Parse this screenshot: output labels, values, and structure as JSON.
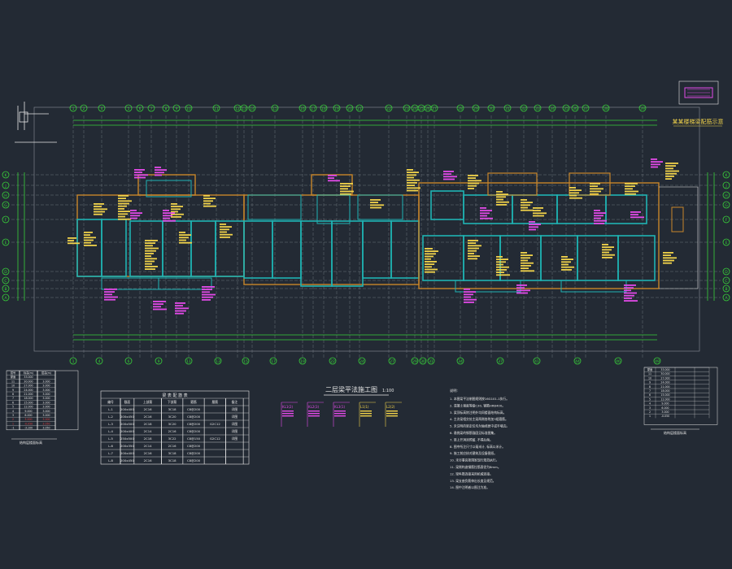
{
  "drawing": {
    "title": "二层梁平法施工图",
    "title_scale": "1:100",
    "detail_title": "某某楼梯梁配筋示意",
    "colors": {
      "background": "#232a34",
      "axis_green": "#38d13a",
      "wall_cyan": "#1fb3b3",
      "beam_brown": "#c8862a",
      "label_yellow": "#f0d24a",
      "label_magenta": "#e24ae8",
      "outline_white": "#e6e6e6",
      "grid_gray": "#8a8f98"
    }
  },
  "axes_top": [
    "1",
    "2",
    "4",
    "5",
    "6",
    "7",
    "8",
    "9",
    "10",
    "11",
    "12",
    "13",
    "14",
    "15",
    "16",
    "17",
    "18",
    "19",
    "20",
    "21",
    "22",
    "23",
    "24",
    "25",
    "26",
    "27",
    "28",
    "29",
    "30",
    "31",
    "32",
    "33",
    "34",
    "35",
    "36",
    "37",
    "38",
    "39"
  ],
  "axes_bottom": [
    "1",
    "4",
    "6",
    "9",
    "11",
    "13",
    "15",
    "17",
    "19",
    "22",
    "24",
    "27",
    "29",
    "30",
    "31",
    "34",
    "37",
    "41",
    "44",
    "46",
    "49"
  ],
  "axes_side": [
    "K",
    "J",
    "H",
    "G",
    "F",
    "E",
    "D",
    "C",
    "B",
    "A"
  ],
  "table_left": {
    "title": "层高表",
    "header": [
      "层号",
      "标高(m)",
      "层高(m)"
    ],
    "rows": [
      [
        "屋面",
        "33.000",
        ""
      ],
      [
        "11",
        "30.000",
        "3.000"
      ],
      [
        "10",
        "27.000",
        "3.000"
      ],
      [
        "9",
        "24.000",
        "3.000"
      ],
      [
        "8",
        "21.000",
        "3.000"
      ],
      [
        "7",
        "18.000",
        "3.000"
      ],
      [
        "6",
        "15.000",
        "3.000"
      ],
      [
        "5",
        "12.000",
        "3.000"
      ],
      [
        "4",
        "9.000",
        "3.000"
      ],
      [
        "3",
        "6.000",
        "3.000"
      ],
      [
        "2",
        "3.000",
        "3.000"
      ],
      [
        "1",
        "-0.050",
        "3.050"
      ],
      [
        "-1",
        "-3.100",
        "3.050"
      ]
    ],
    "caption": "结构层楼面标高"
  },
  "table_center": {
    "title": "梁 表 配 筋 表",
    "header": [
      "编号",
      "截面",
      "上部筋",
      "下部筋",
      "箍筋",
      "腰筋",
      "备注"
    ],
    "rows": [
      [
        "L-1",
        "200x400",
        "2C16",
        "3C18",
        "C8@200",
        "",
        "详图"
      ],
      [
        "L-2",
        "200x450",
        "2C16",
        "3C20",
        "C8@200",
        "",
        "详图"
      ],
      [
        "L-3",
        "200x500",
        "2C18",
        "3C20",
        "C8@200",
        "G2C12",
        "详图"
      ],
      [
        "L-4",
        "200x400",
        "2C14",
        "2C16",
        "C8@200",
        "",
        "详图"
      ],
      [
        "L-5",
        "250x500",
        "2C18",
        "3C22",
        "C8@150",
        "G2C12",
        "详图"
      ],
      [
        "L-6",
        "200x350",
        "2C14",
        "2C16",
        "C8@200",
        "",
        ""
      ],
      [
        "L-7",
        "200x400",
        "2C16",
        "3C18",
        "C8@200",
        "",
        ""
      ],
      [
        "L-8",
        "200x450",
        "2C16",
        "3C18",
        "C8@200",
        "",
        ""
      ]
    ]
  },
  "table_right": {
    "title": "层高表",
    "rows": [
      [
        "屋面",
        "33.000"
      ],
      [
        "11",
        "30.000"
      ],
      [
        "10",
        "27.000"
      ],
      [
        "9",
        "24.000"
      ],
      [
        "8",
        "21.000"
      ],
      [
        "7",
        "18.000"
      ],
      [
        "6",
        "15.000"
      ],
      [
        "5",
        "12.000"
      ],
      [
        "4",
        "9.000"
      ],
      [
        "3",
        "6.000"
      ],
      [
        "2",
        "3.000"
      ],
      [
        "1",
        "-0.050"
      ]
    ],
    "caption": "结构层楼面标高"
  },
  "notes": {
    "heading": "说明:",
    "lines": [
      "1. 本图梁平法制图规则按16G101-1执行。",
      "2. 混凝土强度等级C30, 钢筋HRB400。",
      "3. 梁顶标高除注明外均同楼面结构标高。",
      "4. 主次梁相交处主梁两侧各附加3组箍筋。",
      "5. 未注明的梁定位均为轴线居中或平墙边。",
      "6. 悬挑梁的钢筋锚固见标准图集。",
      "7. 梁上开洞须预留, 不得后凿。",
      "8. 图中所注尺寸以毫米计, 标高以米计。",
      "9. 施工前应核对建筑及设备图纸。",
      "10. 未尽事宜按国家现行规范执行。",
      "11. 梁侧构造钢筋拉筋直径为8mm。",
      "12. 梁纵筋连接采用机械连接。",
      "13. 梁支座负筋伸出长度见规范。",
      "14. 图中注明者以图注为准。"
    ]
  },
  "legend_items": [
    "KL1(2)",
    "KL2(3)",
    "KL3(1)",
    "L1(1)",
    "L2(2)"
  ]
}
